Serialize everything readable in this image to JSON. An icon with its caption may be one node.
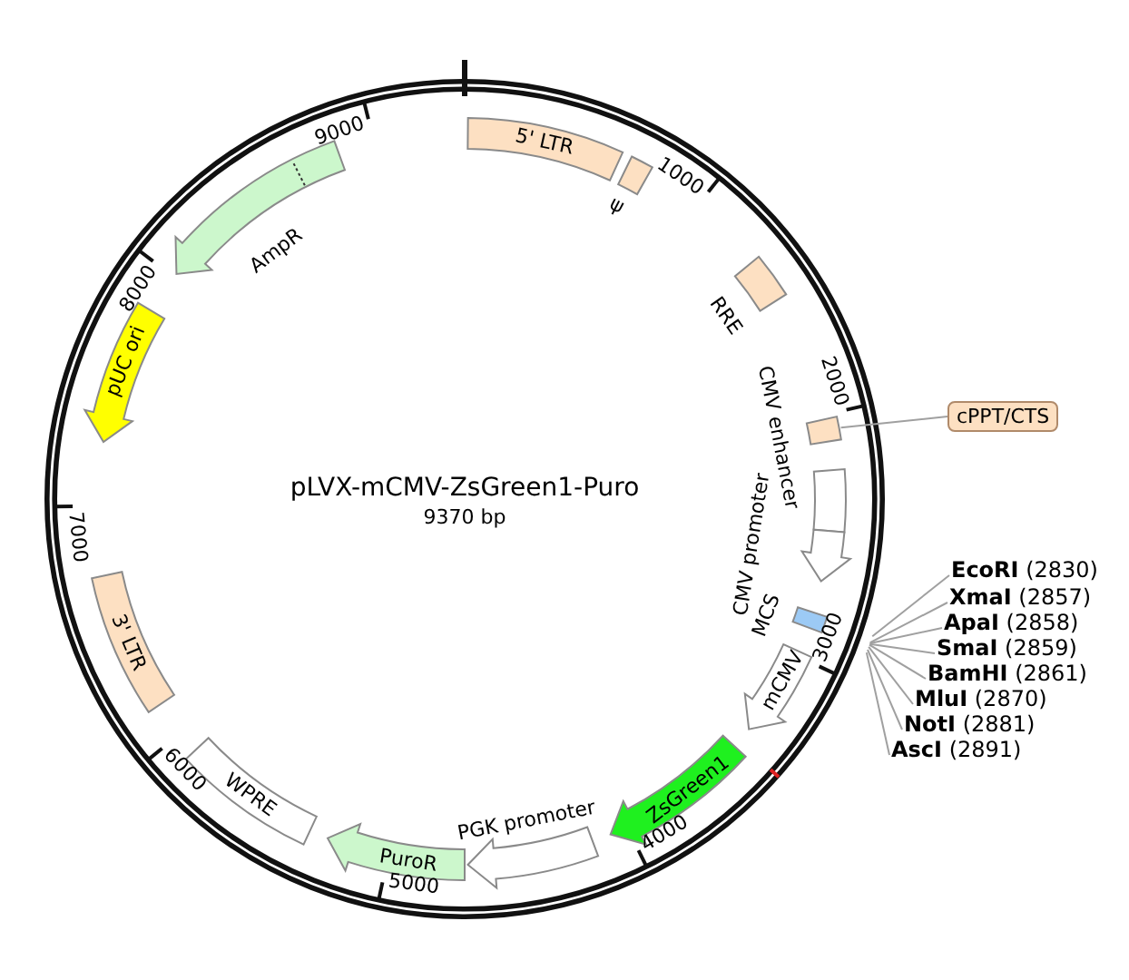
{
  "diagram": {
    "title": "pLVX-mCMV-ZsGreen1-Puro",
    "nodes": [
      {
        "text": [
          "5' LTR"
        ]
      },
      {
        "text": [
          "ψ"
        ]
      },
      {
        "text": [
          "RRE"
        ]
      },
      {
        "text": [
          "cPPT/CTS"
        ]
      },
      {
        "text": [],
        "shape": "box"
      },
      {
        "text": [
          "CMV enhancer"
        ]
      },
      {
        "text": [
          "CMV promoter"
        ]
      },
      {
        "text": [
          "MCS"
        ]
      },
      {
        "text": [
          "mCMV"
        ]
      },
      {
        "text": [
          "ZsGreen1"
        ]
      },
      {
        "text": [
          "PGK promoter"
        ]
      },
      {
        "text": [
          "PuroR"
        ]
      },
      {
        "text": [
          "WPRE"
        ]
      },
      {
        "text": [
          "3' LTR"
        ]
      },
      {
        "text": [
          "pUC ori"
        ]
      },
      {
        "text": [
          "AmpR"
        ]
      },
      {
        "text": [
          "**EcoRI** (2830)"
        ]
      },
      {
        "text": [
          "**XmaI** (2857)"
        ]
      },
      {
        "text": [
          "**ApaI** (2858)"
        ]
      },
      {
        "text": [
          "**SmaI** (2859)"
        ]
      },
      {
        "text": [
          "**BamHI** (2861)"
        ]
      },
      {
        "text": [
          "**MluI** (2870)"
        ]
      },
      {
        "text": [
          "**NotI** (2881)"
        ]
      },
      {
        "text": [
          "**AscI** (2891)"
        ]
      }
    ],
    "edges": [
      {
        "from": 3,
        "to": 4,
        "arrow": "none"
      },
      {
        "from": 16,
        "to": null,
        "arrow": "none"
      },
      {
        "from": 17,
        "to": null,
        "arrow": "none"
      },
      {
        "from": 18,
        "to": null,
        "arrow": "none"
      },
      {
        "from": 19,
        "to": null,
        "arrow": "none"
      },
      {
        "from": 20,
        "to": null,
        "arrow": "none"
      },
      {
        "from": 21,
        "to": null,
        "arrow": "none"
      },
      {
        "from": 22,
        "to": null,
        "arrow": "none"
      },
      {
        "from": 23,
        "to": null,
        "arrow": "none"
      }
    ],
    "labels": [
      "1000",
      "2000",
      "3000",
      "4000",
      "5000",
      "6000",
      "7000",
      "8000",
      "9000",
      "9370 bp"
    ]
  }
}
